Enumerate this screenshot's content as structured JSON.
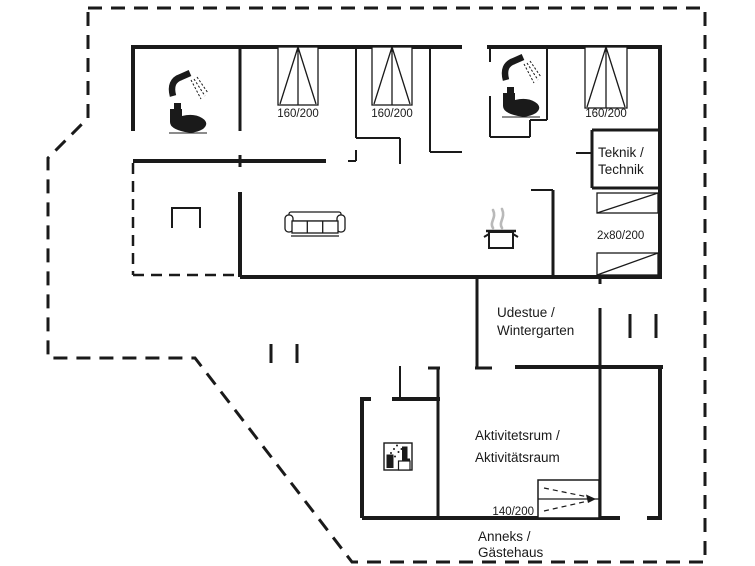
{
  "colors": {
    "line": "#1a1a1a",
    "steam": "#b9b9b9",
    "background": "#ffffff"
  },
  "rooms": {
    "teknik": {
      "line1": "Teknik /",
      "line2": "Technik"
    },
    "udestue": {
      "line1": "Udestue /",
      "line2": "Wintergarten"
    },
    "aktivitetsrum": {
      "line1": "Aktivitetsrum /",
      "line2": "Aktivitätsraum"
    },
    "anneks": {
      "line1": "Anneks /",
      "line2": "Gästehaus"
    }
  },
  "furniture": {
    "bed1": {
      "size": "160/200"
    },
    "bed2": {
      "size": "160/200"
    },
    "bed3": {
      "size": "160/200"
    },
    "bunk_beds": {
      "size": "2x80/200"
    },
    "guest_bed": {
      "size": "140/200"
    }
  },
  "icons": {
    "shower": "shower-icon",
    "toilet": "toilet-icon",
    "double_bed": "double-bed-icon",
    "bunk_bed": "bunk-bed-icon",
    "sofa": "sofa-icon",
    "cooking_pot": "cooking-pot-icon",
    "washing_area": "washing-area-icon",
    "fireplace": "fireplace-icon",
    "terrace_post": "post-marker",
    "plot_boundary": "dashed-boundary"
  }
}
